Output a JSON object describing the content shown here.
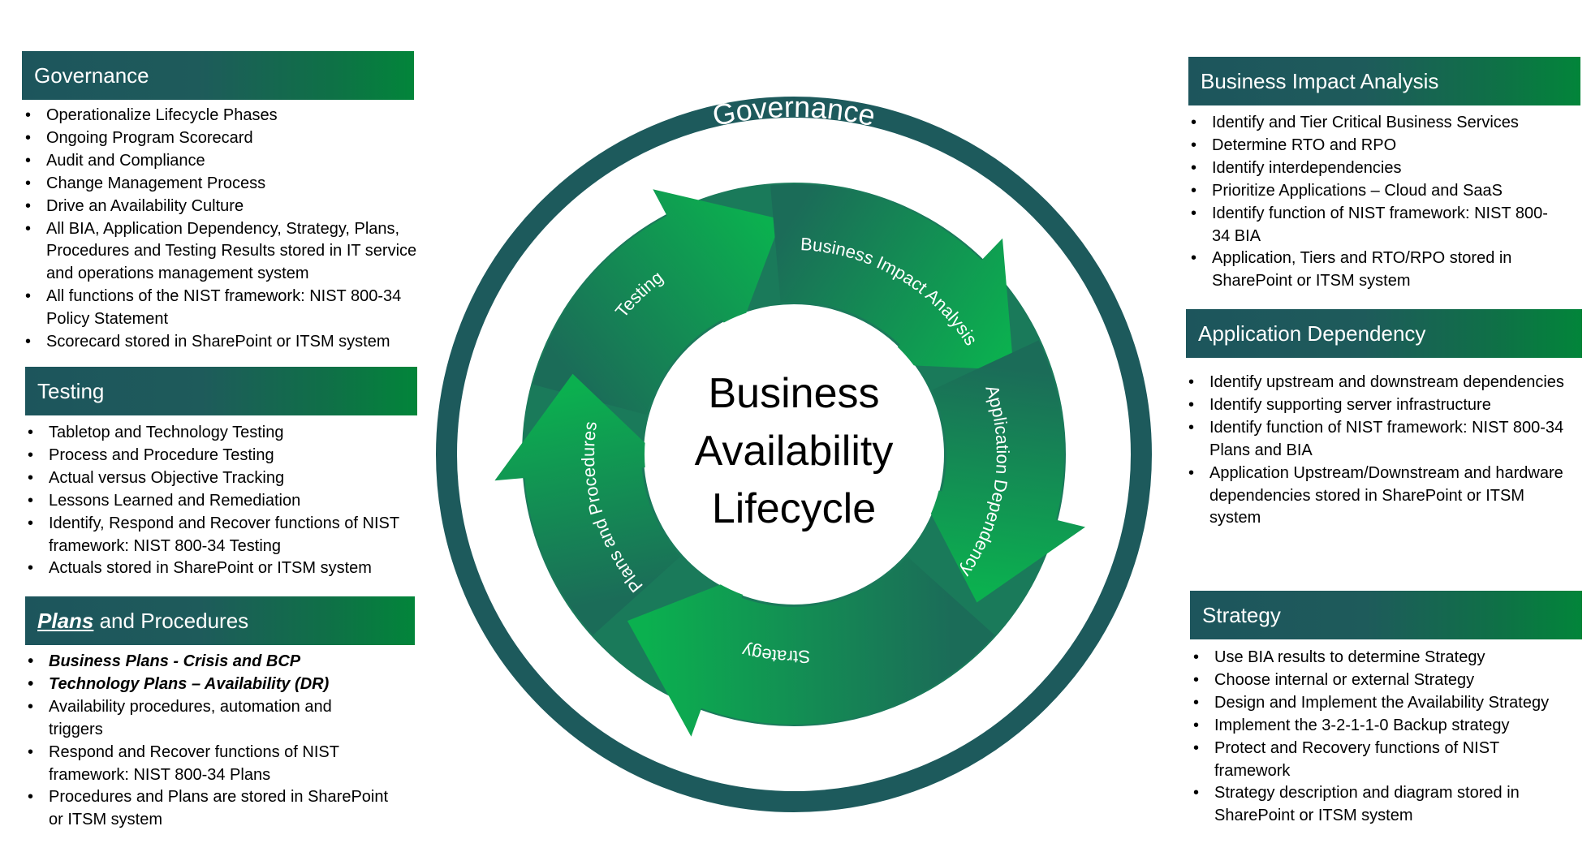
{
  "colors": {
    "header_gradient_start": "#1d555c",
    "header_gradient_end": "#02853a",
    "outer_ring": "#1d5a5c",
    "arrow_dark": "#1b6c58",
    "arrow_bright": "#0bb04f",
    "ring_background": "#1a7a5a"
  },
  "diagram": {
    "ring_label": "Governance",
    "center_title": [
      "Business",
      "Availability",
      "Lifecycle"
    ],
    "arrows": [
      {
        "label": "Testing"
      },
      {
        "label": "Business Impact Analysis"
      },
      {
        "label": "Application Dependency"
      },
      {
        "label": "Strategy"
      },
      {
        "label": "Plans and Procedures"
      }
    ]
  },
  "panels": {
    "governance": {
      "title": "Governance",
      "items": [
        "Operationalize Lifecycle Phases",
        "Ongoing Program Scorecard",
        "Audit and Compliance",
        "Change Management Process",
        "Drive an Availability Culture",
        "All BIA, Application Dependency, Strategy, Plans, Procedures and Testing Results stored in IT service and operations management system",
        "All functions of the NIST framework: NIST 800-34 Policy Statement",
        "Scorecard stored in SharePoint or ITSM system"
      ]
    },
    "testing": {
      "title": "Testing",
      "items": [
        "Tabletop and Technology Testing",
        "Process and Procedure Testing",
        "Actual versus Objective Tracking",
        "Lessons Learned and Remediation",
        "Identify, Respond and Recover functions of NIST framework: NIST 800-34 Testing",
        "Actuals stored in SharePoint or ITSM system"
      ]
    },
    "plans": {
      "title_emphasis": "Plans",
      "title_rest": " and Procedures",
      "items": [
        "Business Plans - Crisis and BCP",
        "Technology Plans – Availability (DR)",
        "Availability procedures, automation and triggers",
        "Respond and Recover functions of NIST framework: NIST 800-34 Plans",
        "Procedures and Plans are stored in SharePoint or ITSM system"
      ]
    },
    "bia": {
      "title": "Business Impact Analysis",
      "items": [
        "Identify and Tier Critical Business Services",
        "Determine RTO and RPO",
        "Identify interdependencies",
        "Prioritize Applications – Cloud and SaaS",
        "Identify function of NIST framework: NIST 800-34 BIA",
        "Application, Tiers and RTO/RPO stored in SharePoint or ITSM system"
      ]
    },
    "app_dependency": {
      "title": "Application Dependency",
      "items": [
        "Identify upstream and downstream dependencies",
        "Identify supporting server infrastructure",
        "Identify function of NIST framework: NIST 800-34 Plans and BIA",
        "Application Upstream/Downstream and hardware dependencies stored in SharePoint or ITSM system"
      ]
    },
    "strategy": {
      "title": "Strategy",
      "items": [
        "Use BIA results to determine Strategy",
        "Choose internal or external Strategy",
        "Design and Implement the Availability Strategy",
        "Implement the 3-2-1-1-0 Backup strategy",
        "Protect and Recovery functions of NIST framework",
        "Strategy description and diagram stored in SharePoint or ITSM system"
      ]
    }
  }
}
